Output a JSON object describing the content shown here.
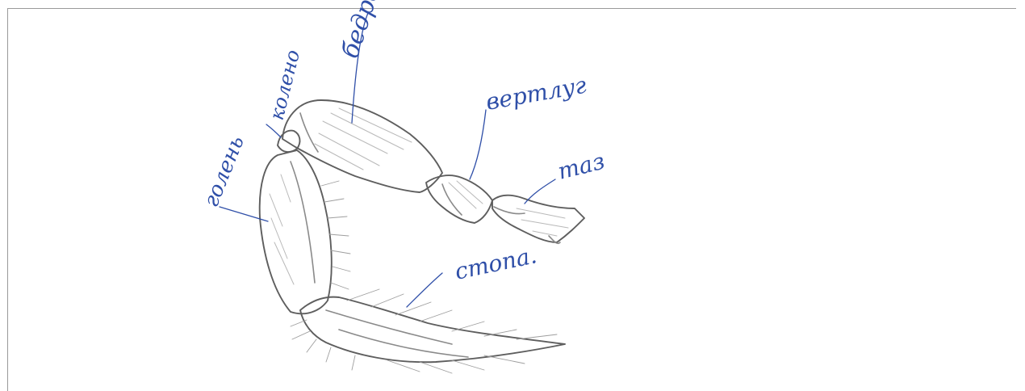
{
  "labels": {
    "bedro": "бедро",
    "vertlug": "вертлуг",
    "taz": "таз",
    "stopa": "стопа.",
    "goleni": "голень",
    "kolenо": "колено"
  },
  "colors": {
    "ink": "#2f4fa8",
    "pencil": "#8a8a8a",
    "frame": "#9a9a9a"
  }
}
